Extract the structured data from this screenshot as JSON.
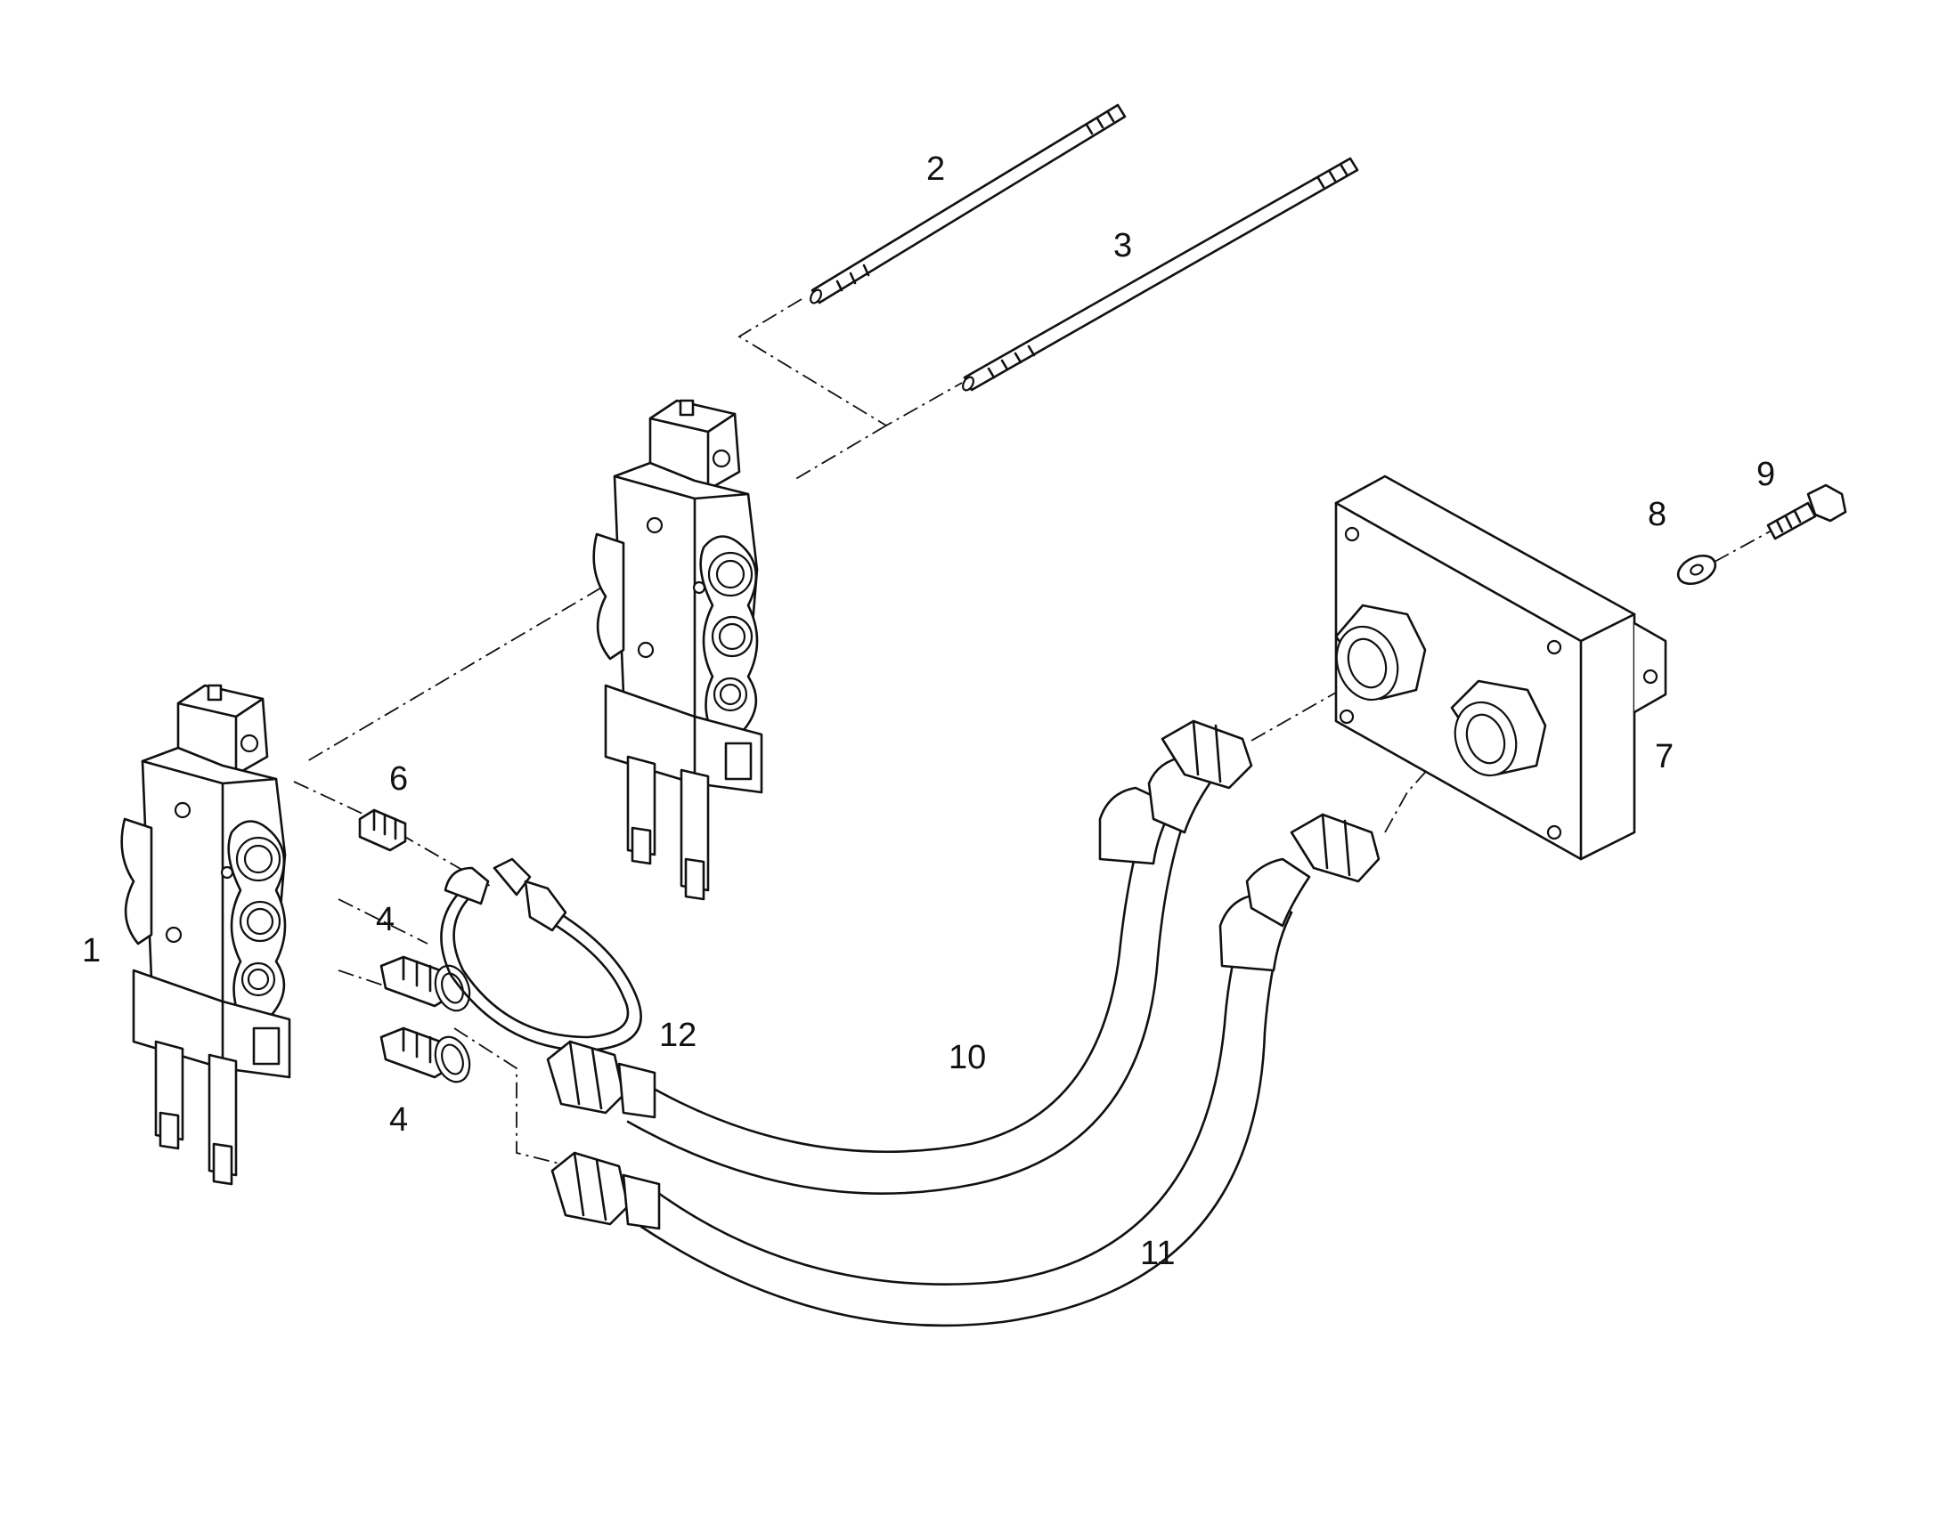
{
  "callouts": {
    "c1": "1",
    "c2": "2",
    "c3": "3",
    "c4a": "4",
    "c4b": "4",
    "c6": "6",
    "c7": "7",
    "c8": "8",
    "c9": "9",
    "c10": "10",
    "c11": "11",
    "c12": "12"
  }
}
